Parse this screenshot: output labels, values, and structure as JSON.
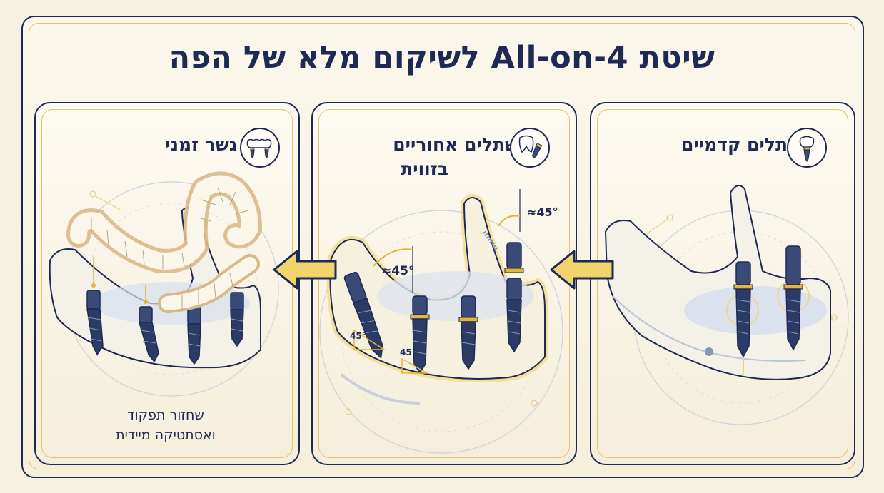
{
  "title": "שיטת All-on-4 לשיקום מלא של הפה",
  "panels": {
    "anterior": {
      "title": "שתלים קדמיים",
      "icon": "tooth-implant-icon"
    },
    "posterior": {
      "title_line1": "שתלים אחוריים",
      "title_line2": "בזווית",
      "icon": "tooth-angled-implant-icon",
      "angle_labels": {
        "top": "≈45°",
        "mid": "≈45°",
        "left_base": "45°",
        "center_base": "45°"
      }
    },
    "bridge": {
      "title": "גשר זמני",
      "icon": "dental-bridge-icon",
      "caption_line1": "שחזור תפקוד",
      "caption_line2": "ואסתטיקה מיידית"
    }
  },
  "colors": {
    "navy": "#1e2a55",
    "gold": "#e3b53a",
    "cream": "#f7f1e2"
  }
}
